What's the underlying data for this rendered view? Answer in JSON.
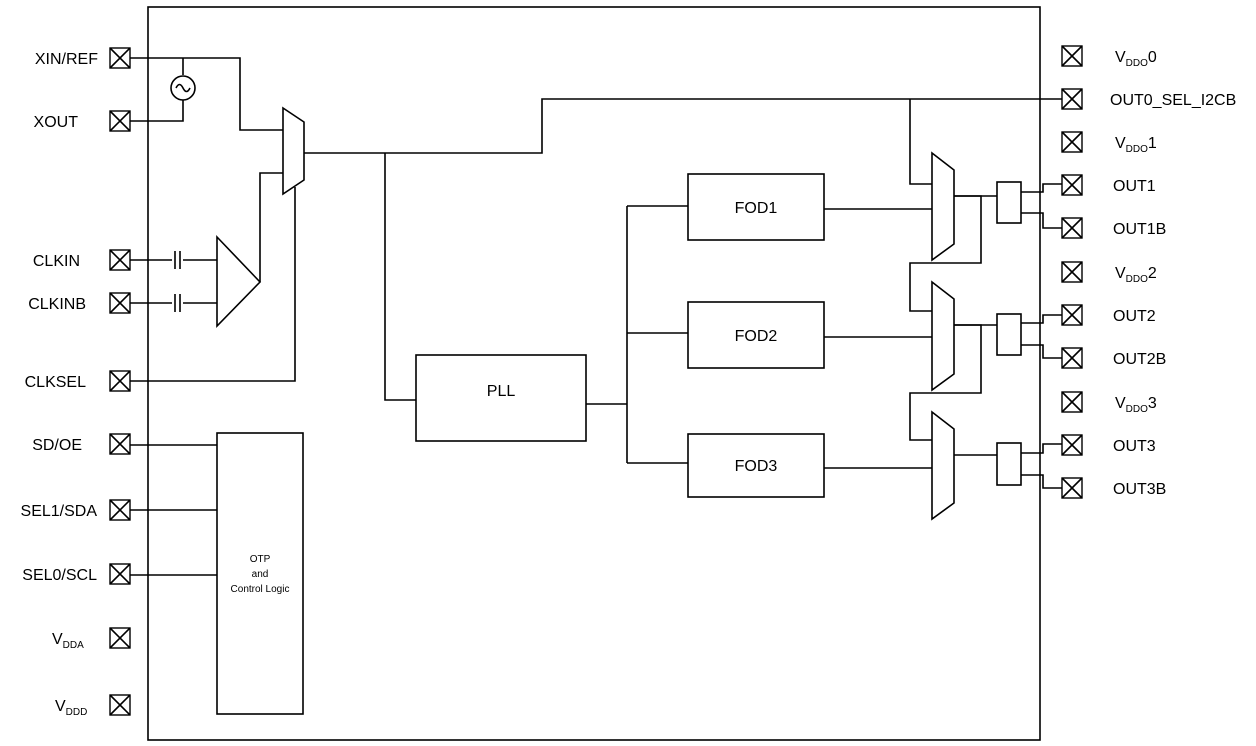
{
  "left_pins": {
    "xin_ref": "XIN/REF",
    "xout": "XOUT",
    "clkin": "CLKIN",
    "clkinb": "CLKINB",
    "clksel": "CLKSEL",
    "sd_oe": "SD/OE",
    "sel1_sda": "SEL1/SDA",
    "sel0_scl": "SEL0/SCL",
    "vdda": {
      "main": "V",
      "sub": "DDA"
    },
    "vddd": {
      "main": "V",
      "sub": "DDD"
    }
  },
  "right_pins": {
    "vddo0": {
      "main": "V",
      "sub": "DDO",
      "suffix": "0"
    },
    "out0_sel_i2cb": "OUT0_SEL_I2CB",
    "vddo1": {
      "main": "V",
      "sub": "DDO",
      "suffix": "1"
    },
    "out1": "OUT1",
    "out1b": "OUT1B",
    "vddo2": {
      "main": "V",
      "sub": "DDO",
      "suffix": "2"
    },
    "out2": "OUT2",
    "out2b": "OUT2B",
    "vddo3": {
      "main": "V",
      "sub": "DDO",
      "suffix": "3"
    },
    "out3": "OUT3",
    "out3b": "OUT3B"
  },
  "blocks": {
    "pll": "PLL",
    "fod1": "FOD1",
    "fod2": "FOD2",
    "fod3": "FOD3",
    "otp": [
      "OTP",
      "and",
      "Control Logic"
    ]
  }
}
